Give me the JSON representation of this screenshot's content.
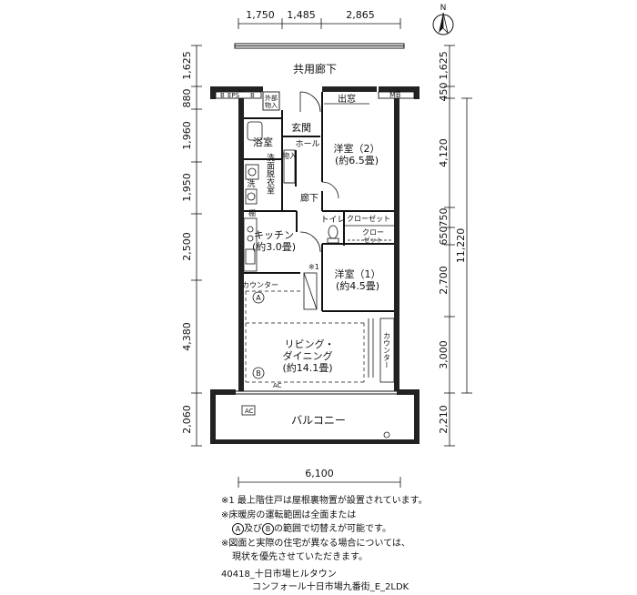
{
  "dims_top": [
    "1,750",
    "1,485",
    "2,865"
  ],
  "dims_bottom": [
    "6,100"
  ],
  "dims_left": [
    "1,625",
    "880",
    "1,960",
    "1,950",
    "2,500",
    "4,380",
    "2,060"
  ],
  "dims_right": [
    "1,625",
    "450",
    "4,120",
    "750",
    "650",
    "2,700",
    "3,000",
    "2,210"
  ],
  "dim_right_total": "11,220",
  "compass": "N",
  "rooms": {
    "corridor": "共用廊下",
    "eps": "EPS",
    "b1": "B",
    "b2": "B",
    "outdoor_storage_1": "外部",
    "outdoor_storage_2": "物入",
    "bay_window": "出窓",
    "mb": "MB",
    "entrance": "玄関",
    "hall": "ホール",
    "bath": "浴室",
    "storage": "物入",
    "washroom": "洗面脱衣室",
    "wash": "洗",
    "hallway": "廊下",
    "shelf": "棚",
    "toilet": "トイレ",
    "closet_1": "クローゼット",
    "closet_2": "クロー",
    "closet_2b": "ゼット",
    "western_2": "洋室（2）",
    "western_2_size": "(約6.5畳)",
    "kitchen": "キッチン",
    "kitchen_size": "(約3.0畳)",
    "western_1": "洋室（1）",
    "western_1_size": "(約4.5畳)",
    "note_mark": "※1",
    "counter_1": "カウンター",
    "zone_a": "A",
    "living": "リビング・",
    "dining": "ダイニング",
    "living_size": "(約14.1畳)",
    "counter_2": "カウンター",
    "zone_b": "B",
    "ac_1": "AC",
    "ac_2": "AC",
    "balcony": "バルコニー"
  },
  "notes": {
    "n1": "※1  最上階住戸は屋根裏物置が設置されています。",
    "n2": "※床暖房の運転範囲は全面または",
    "n3_a": "A",
    "n3_mid": "及び",
    "n3_b": "B",
    "n3_tail": "の範囲で切替えが可能です。",
    "n4": "※図面と実際の住宅が異なる場合については、",
    "n5": "現状を優先させていただきます。"
  },
  "footer": {
    "line1": "40418_十日市場ヒルタウン",
    "line2": "コンフォール十日市場九番街_E_2LDK"
  }
}
